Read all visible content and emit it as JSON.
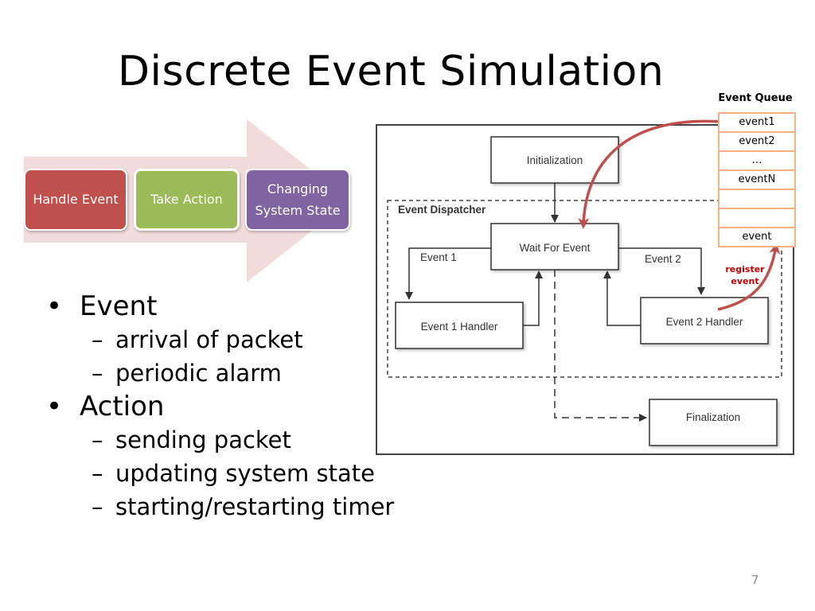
{
  "title": "Discrete Event Simulation",
  "process": {
    "steps": [
      {
        "label": "Handle Event",
        "color": "#c0504d"
      },
      {
        "label": "Take Action",
        "color": "#9bbb59"
      },
      {
        "label": "Changing\nSystem State",
        "color": "#8064a2"
      }
    ],
    "arrow_color": "#f2dcdb"
  },
  "bullets": [
    {
      "label": "Event",
      "children": [
        "arrival of packet",
        "periodic alarm"
      ]
    },
    {
      "label": "Action",
      "children": [
        "sending packet",
        "updating system state",
        "starting/restarting timer"
      ]
    }
  ],
  "diagram": {
    "initialization": "Initialization",
    "event_dispatcher": "Event Dispatcher",
    "wait_for_event": "Wait For Event",
    "event1": "Event 1",
    "event2": "Event 2",
    "event1_handler": "Event 1 Handler",
    "event2_handler": "Event 2 Handler",
    "finalization": "Finalization"
  },
  "event_queue": {
    "title": "Event Queue",
    "items": [
      "event1",
      "event2",
      "…",
      "eventN",
      "",
      "",
      "event"
    ],
    "border_color": "#f4b183",
    "annotation": "register\nevent",
    "arrow_color": "#c0504d"
  },
  "page_number": "7"
}
